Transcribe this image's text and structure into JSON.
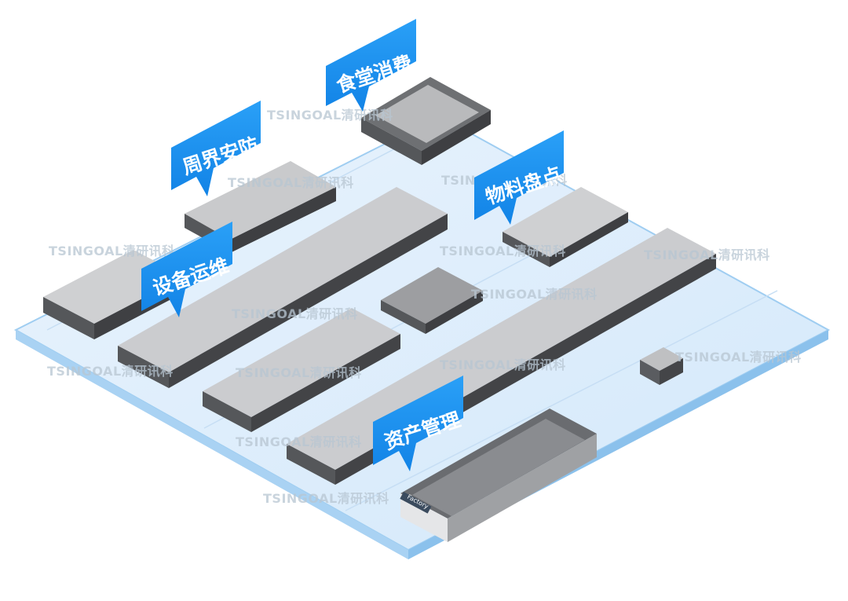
{
  "labels": {
    "canteen": "食堂消费",
    "perimeter": "周界安防",
    "materials": "物料盘点",
    "maintenance": "设备运维",
    "assets": "资产管理"
  },
  "watermark": "TSINGOAL清研讯科",
  "factory_sign": "Factory",
  "colors": {
    "label_blue": "#1b8ff0",
    "platform": "#dbecfb",
    "platform_edge": "#8cc3ee",
    "roof": "#c7c8ca",
    "wall": "#4b4c4f"
  }
}
